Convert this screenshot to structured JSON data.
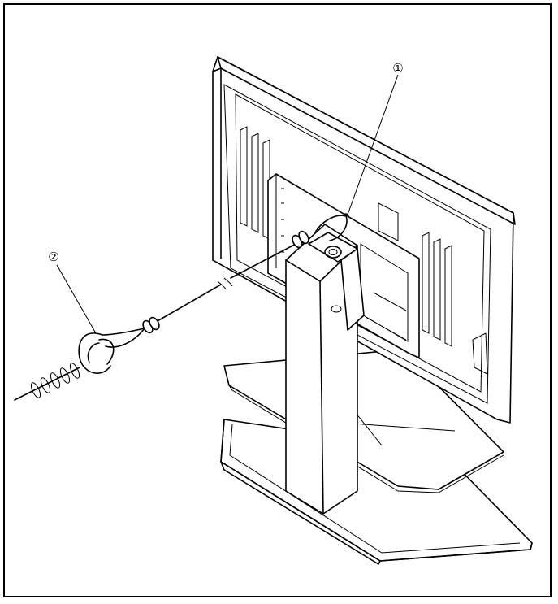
{
  "callouts": [
    {
      "id": "callout-1",
      "label": "①"
    },
    {
      "id": "callout-2",
      "label": "②"
    }
  ],
  "colors": {
    "stroke": "#000000",
    "background": "#ffffff"
  }
}
